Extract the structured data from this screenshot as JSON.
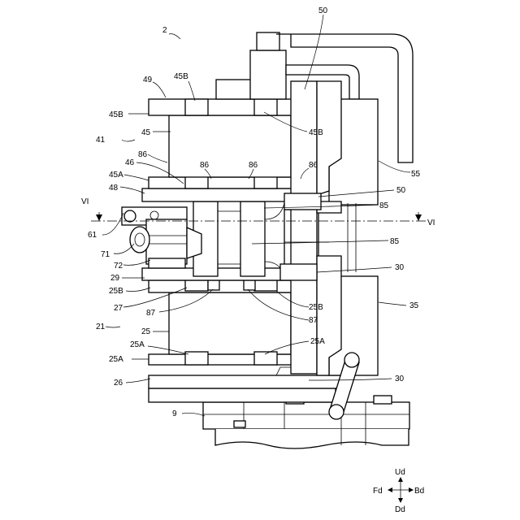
{
  "labels": {
    "fig": "2",
    "l49": "49",
    "l45B_top": "45B",
    "l45B_left": "45B",
    "l45": "45",
    "l41": "41",
    "l86a": "86",
    "l46": "46",
    "l45A": "45A",
    "l48": "48",
    "l86b": "86",
    "l86c": "86",
    "l45B_right": "45B",
    "l50_top": "50",
    "l55": "55",
    "l50_mid": "50",
    "l85a": "85",
    "l85b": "85",
    "l61": "61",
    "l71": "71",
    "l72": "72",
    "l30a": "30",
    "l29": "29",
    "l25B_left": "25B",
    "l27": "27",
    "l87a": "87",
    "l87b": "87",
    "l25B_right": "25B",
    "l35": "35",
    "l21": "21",
    "l25": "25",
    "l25A_left": "25A",
    "l25A_right": "25A",
    "l25A_low": "25A",
    "l26": "26",
    "l30b": "30",
    "l9": "9",
    "vi_left": "VI",
    "vi_right": "VI"
  },
  "compass": {
    "up": "Ud",
    "down": "Dd",
    "left": "Fd",
    "right": "Bd"
  }
}
